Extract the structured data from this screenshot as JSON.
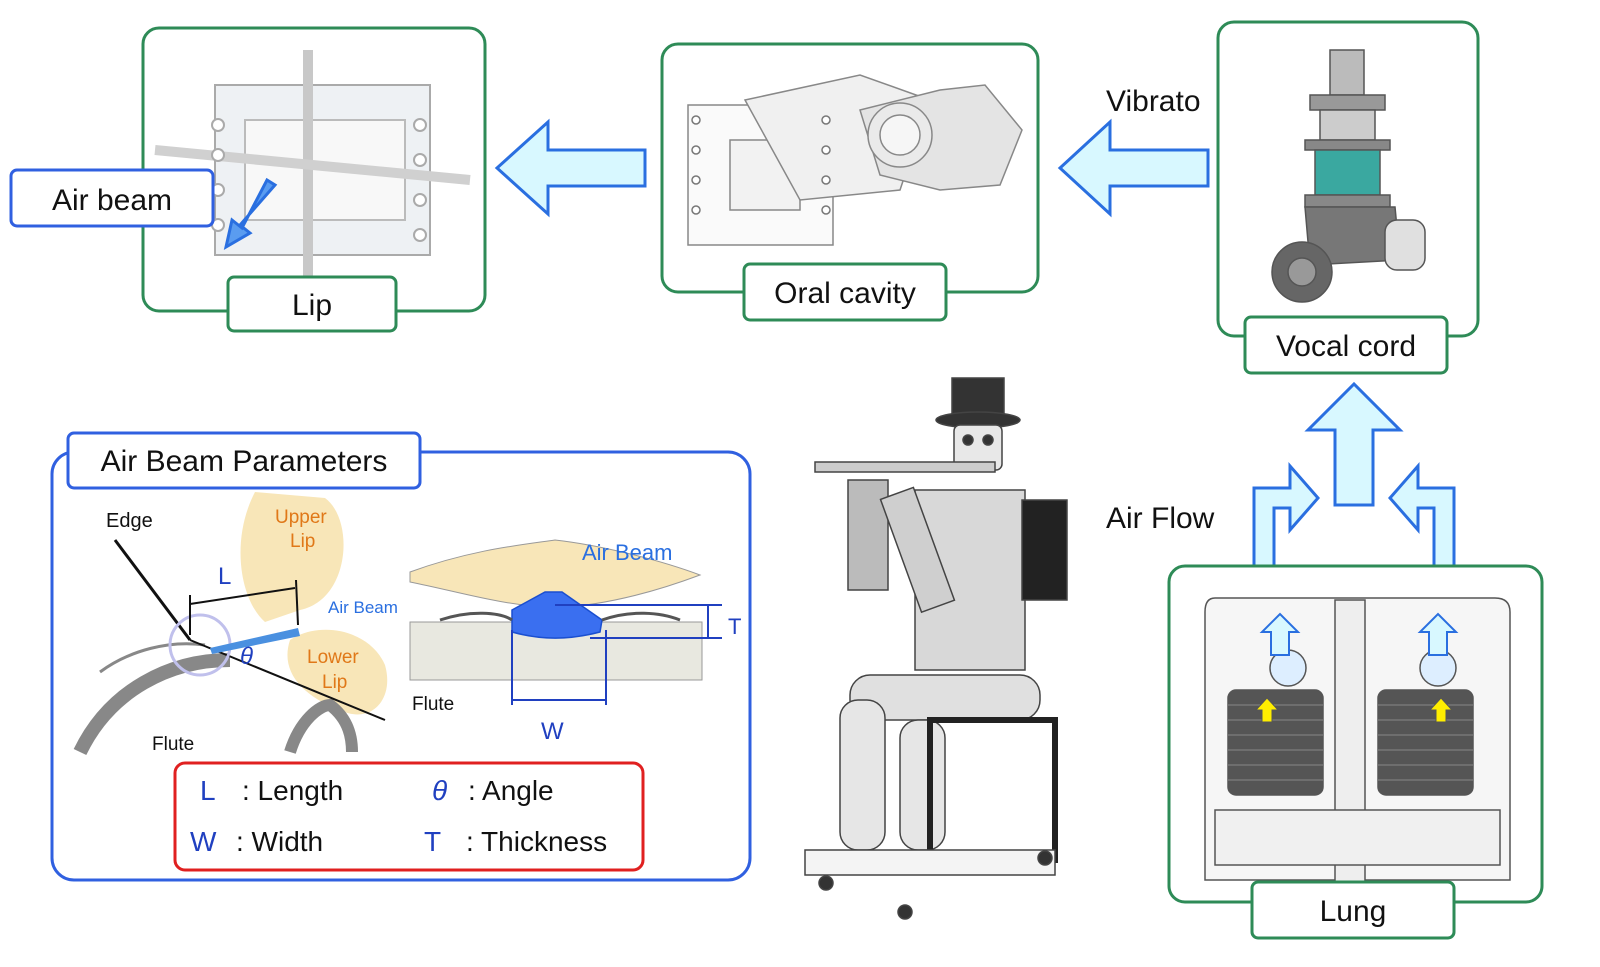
{
  "labels": {
    "lip": "Lip",
    "oral_cavity": "Oral cavity",
    "vocal_cord": "Vocal cord",
    "lung": "Lung",
    "air_beam": "Air beam",
    "vibrato": "Vibrato",
    "air_flow": "Air Flow"
  },
  "parameters_panel": {
    "title": "Air Beam Parameters",
    "edge": "Edge",
    "upper_lip": [
      "Upper",
      "Lip"
    ],
    "lower_lip": [
      "Lower",
      "Lip"
    ],
    "air_beam_small": "Air Beam",
    "air_beam_right": "Air Beam",
    "flute_left": "Flute",
    "flute_right": "Flute",
    "L": "L",
    "theta": "θ",
    "T": "T",
    "W": "W"
  },
  "legend": [
    {
      "symbol": "L",
      "text": ": Length"
    },
    {
      "symbol": "θ",
      "text": ": Angle"
    },
    {
      "symbol": "W",
      "text": ": Width"
    },
    {
      "symbol": "T",
      "text": ": Thickness"
    }
  ],
  "colors": {
    "green_box": "#2e8b57",
    "blue_box": "#3060e0",
    "red_box": "#e02020",
    "arrow_fill": "#d8f8ff",
    "arrow_stroke": "#2a6fe0",
    "symbol_blue": "#2040c0",
    "lip_fill": "#f8e6b8",
    "lip_label": "#e07818",
    "air_beam_blue": "#3a7cf0"
  }
}
